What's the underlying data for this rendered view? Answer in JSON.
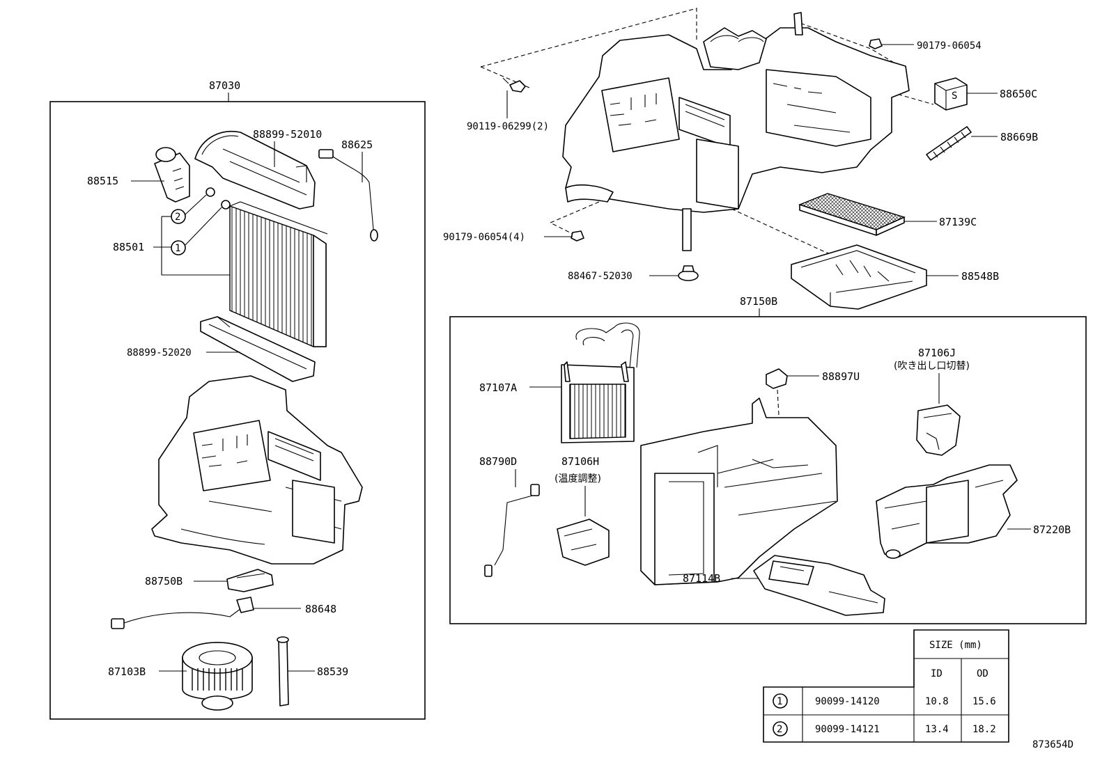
{
  "assemblies": {
    "left_assembly": "87030",
    "right_assembly": "87150B"
  },
  "parts": {
    "p88899_52010": "88899-52010",
    "p88625": "88625",
    "p88515": "88515",
    "p88501": "88501",
    "p88899_52020": "88899-52020",
    "p88750B": "88750B",
    "p88648": "88648",
    "p87103B": "87103B",
    "p88539": "88539",
    "p90179_06054": "90179-06054",
    "p90119_06299": "90119-06299(2)",
    "p88650C": "88650C",
    "p88669B": "88669B",
    "p90179_06054_4": "90179-06054(4)",
    "p87139C": "87139C",
    "p88467_52030": "88467-52030",
    "p88548B": "88548B",
    "p87107A": "87107A",
    "p88897U": "88897U",
    "p87106J": "87106J",
    "p87106J_note": "(吹き出し口切替)",
    "p88790D": "88790D",
    "p87106H": "87106H",
    "p87106H_note": "(温度調整)",
    "p87220B": "87220B",
    "p87114B": "87114B"
  },
  "circle_markers": [
    "1",
    "2"
  ],
  "size_table": {
    "header": "SIZE (mm)",
    "col_id": "ID",
    "col_od": "OD",
    "rows": [
      {
        "marker": "1",
        "part": "90099-14120",
        "id": "10.8",
        "od": "15.6"
      },
      {
        "marker": "2",
        "part": "90099-14121",
        "id": "13.4",
        "od": "18.2"
      }
    ]
  },
  "figure_code": "873654D"
}
